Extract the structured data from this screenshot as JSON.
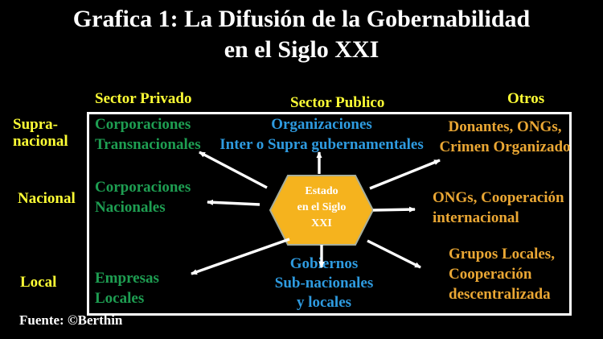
{
  "title": {
    "line1": "Grafica 1: La Difusión de la Gobernabilidad",
    "line2": "en el Siglo XXI"
  },
  "column_headers": {
    "private": "Sector Privado",
    "public": "Sector Publico",
    "others": "Otros"
  },
  "row_labels": {
    "supranational": "Supra-\nnacional",
    "national": "Nacional",
    "local": "Local"
  },
  "nodes": {
    "corporaciones_transnacionales": "Corporaciones\nTransnacionales",
    "organizaciones_inter": "Organizaciones\nInter o Supra gubernamentales",
    "donantes_ongs": "Donantes, ONGs,\nCrimen Organizado",
    "corporaciones_nacionales": "Corporaciones\nNacionales",
    "ongs_cooperacion": "ONGs, Cooperación\ninternacional",
    "empresas_locales": "Empresas\nLocales",
    "gobiernos_subnacionales": "Gobiernos\nSub-nacionales\ny locales",
    "grupos_locales": "Grupos Locales,\nCooperación\ndescentralizada"
  },
  "center": {
    "label": "Estado\nen el Siglo\nXXI"
  },
  "footer": {
    "source": "Fuente: ©Berthin"
  },
  "colors": {
    "background": "#000000",
    "title_text": "#FFFFFF",
    "header_yellow": "#FFFF35",
    "private_green": "#1E9E52",
    "public_blue": "#2E9BE0",
    "others_orange": "#EAA734",
    "hexagon_fill": "#F5B31E",
    "hexagon_border": "#A6AE9C",
    "box_border": "#FFFFFF",
    "arrow": "#FFFFFF"
  }
}
